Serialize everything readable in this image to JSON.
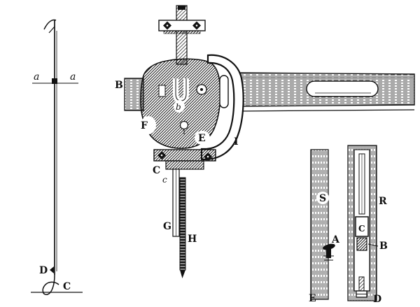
{
  "labels": {
    "needle": {
      "a_left": "a",
      "a_right": "a",
      "d": "D",
      "c": "C"
    },
    "carriage": {
      "b": "B",
      "f": "F",
      "e": "E",
      "i": "I",
      "c": "C",
      "c_small": "c",
      "b_small": "b",
      "g": "G",
      "h": "H"
    },
    "detail": {
      "s": "S",
      "a": "A",
      "e": "E",
      "r": "R",
      "c": "C",
      "b": "B",
      "d": "D"
    }
  }
}
